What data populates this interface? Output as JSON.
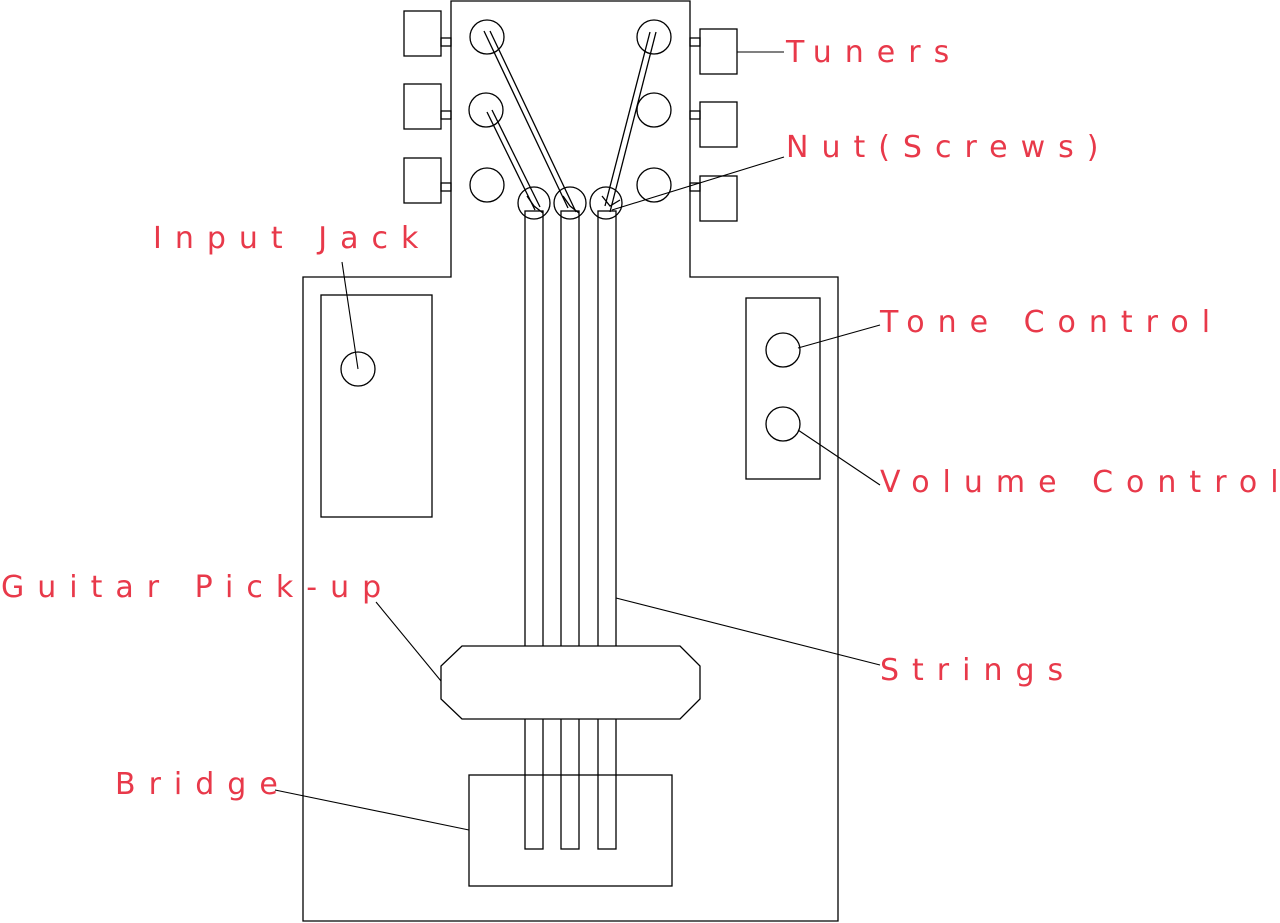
{
  "colors": {
    "label": "#e8394a",
    "line": "#000000",
    "background": "#ffffff"
  },
  "labels": {
    "tuners": "Tuners",
    "nut": "Nut(Screws)",
    "input_jack": "Input Jack",
    "tone_control": "Tone Control",
    "volume_control": "Volume Control",
    "pickup": "Guitar Pick-up",
    "strings": "Strings",
    "bridge": "Bridge"
  }
}
